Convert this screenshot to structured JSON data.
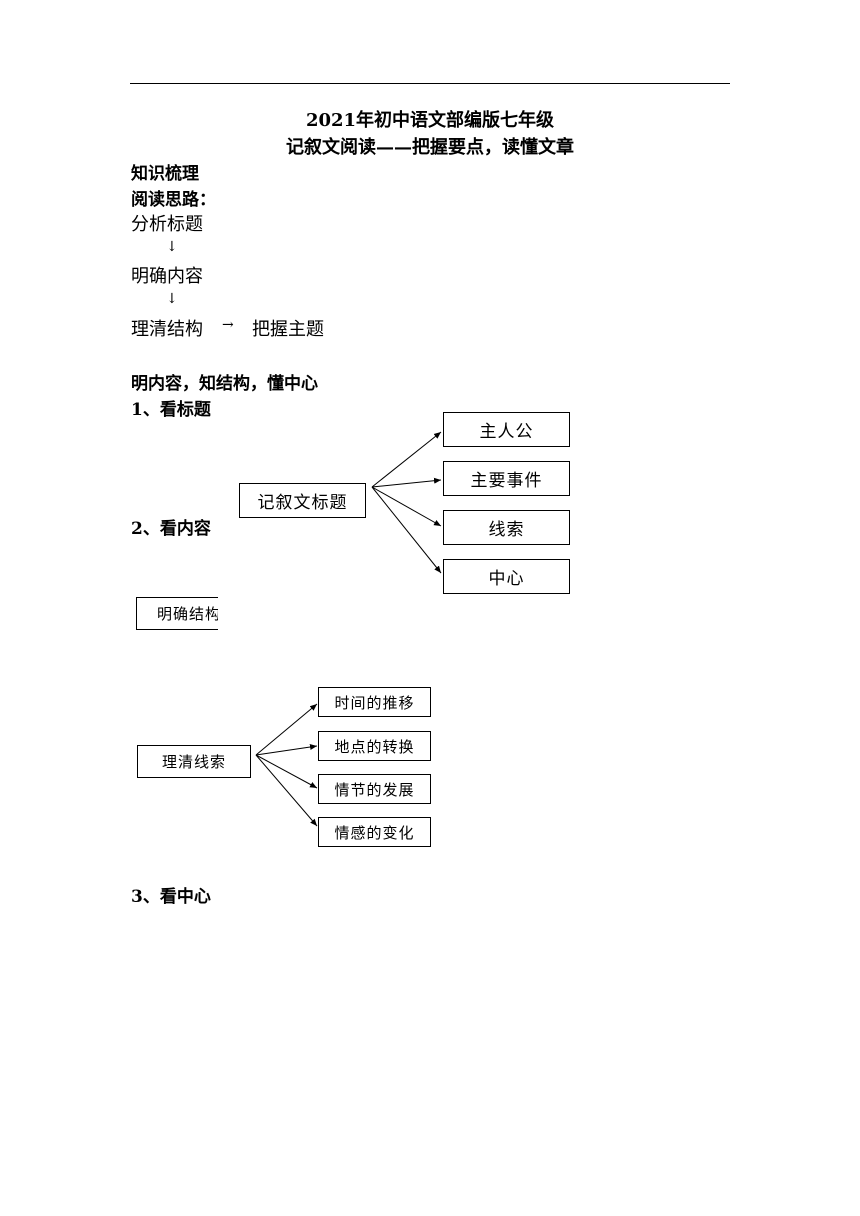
{
  "header": {
    "title_line1": "2021年初中语文部编版七年级",
    "title_line2": "记叙文阅读——把握要点，读懂文章"
  },
  "section1": {
    "heading": "知识梳理",
    "subheading": "阅读思路：",
    "flow": {
      "step1": "分析标题",
      "arrow1": "↓",
      "step2": "明确内容",
      "arrow2": "↓",
      "step3": "理清结构",
      "arrow3": "→",
      "step4": "把握主题"
    }
  },
  "section2": {
    "heading": "明内容，知结构，懂中心",
    "item1": "1、看标题",
    "item2": "2、看内容",
    "item3": "3、看中心"
  },
  "diagram1": {
    "root": "记叙文标题",
    "children": [
      "主人公",
      "主要事件",
      "线索",
      "中心"
    ]
  },
  "diagram_partial": {
    "label": "明确结构"
  },
  "diagram2": {
    "root": "理清线索",
    "children": [
      "时间的推移",
      "地点的转换",
      "情节的发展",
      "情感的变化"
    ]
  }
}
